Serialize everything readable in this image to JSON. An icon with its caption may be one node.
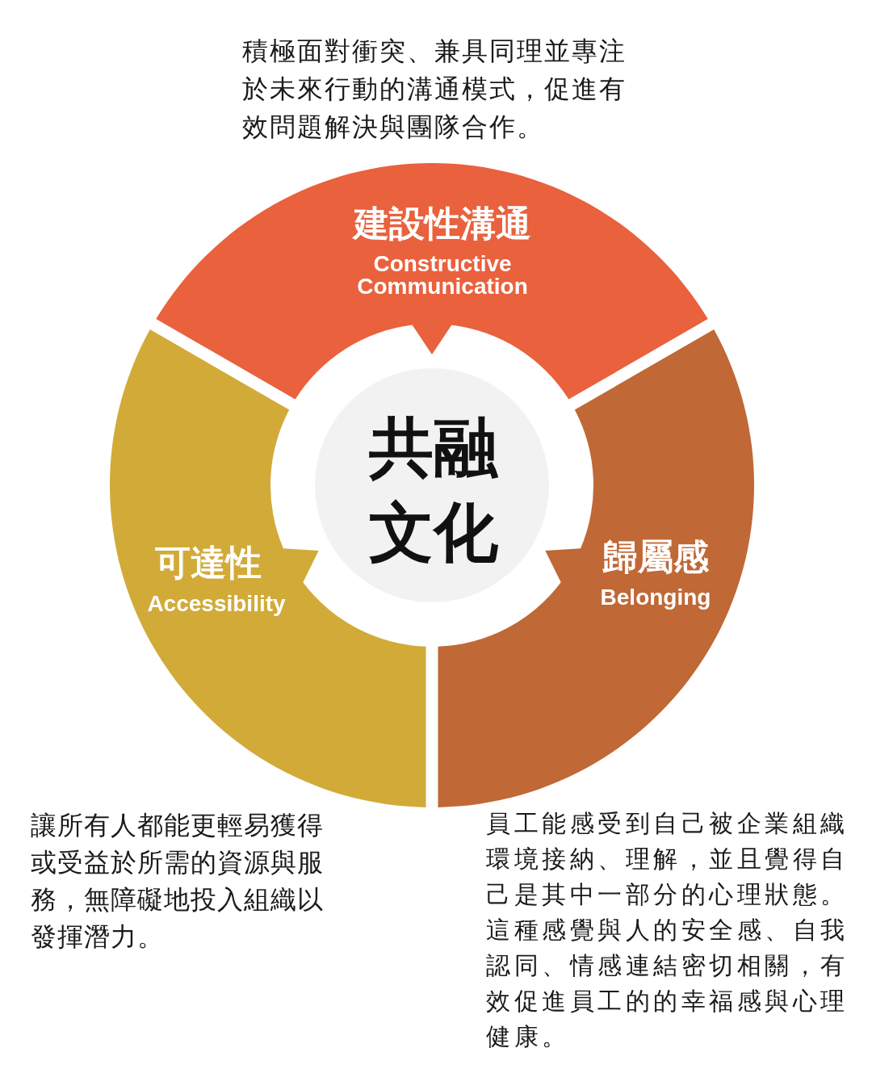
{
  "diagram": {
    "nodes": [
      {
        "text": [
          "建設性溝通",
          "Constructive Communication"
        ],
        "beside": [
          "積極面對衝突、兼具同理並專注於未來行動的溝通模式，促進有效問題解決與團隊合作。"
        ]
      },
      {
        "text": [
          "共融文化"
        ]
      },
      {
        "text": [
          "可達性",
          "Accessibility"
        ],
        "beside": [
          "讓所有人都能更輕易獲得或受益於所需的資源與服務，無障礙地投入組織以發揮潛力。"
        ]
      },
      {
        "text": [
          "歸屬感",
          "Belonging"
        ],
        "beside": [
          "員工能感受到自己被企業組織環境接納、理解，並且覺得自己是其中一部分的心理狀態。這種感覺與人的安全感、自我認同、情感連結密切相關，有效促進員工的的幸福感與心理健康。"
        ]
      }
    ]
  }
}
